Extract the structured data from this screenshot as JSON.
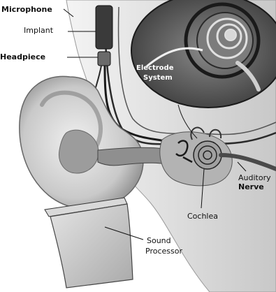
{
  "diagram": {
    "labels": {
      "microphone": "Microphone",
      "implant": "Implant",
      "headpiece": "Headpiece",
      "electrode_line1": "Electrode",
      "electrode_line2": "System",
      "auditory_line1": "Auditory",
      "auditory_line2": "Nerve",
      "cochlea": "Cochlea",
      "processor_line1": "Sound",
      "processor_line2": "Processor"
    },
    "colors": {
      "ink": "#111111",
      "skin_light": "#e6e6e6",
      "skin_mid": "#bdbdbd",
      "skin_dark": "#7a7a7a",
      "inset_bg": "#5c5c5c"
    }
  }
}
